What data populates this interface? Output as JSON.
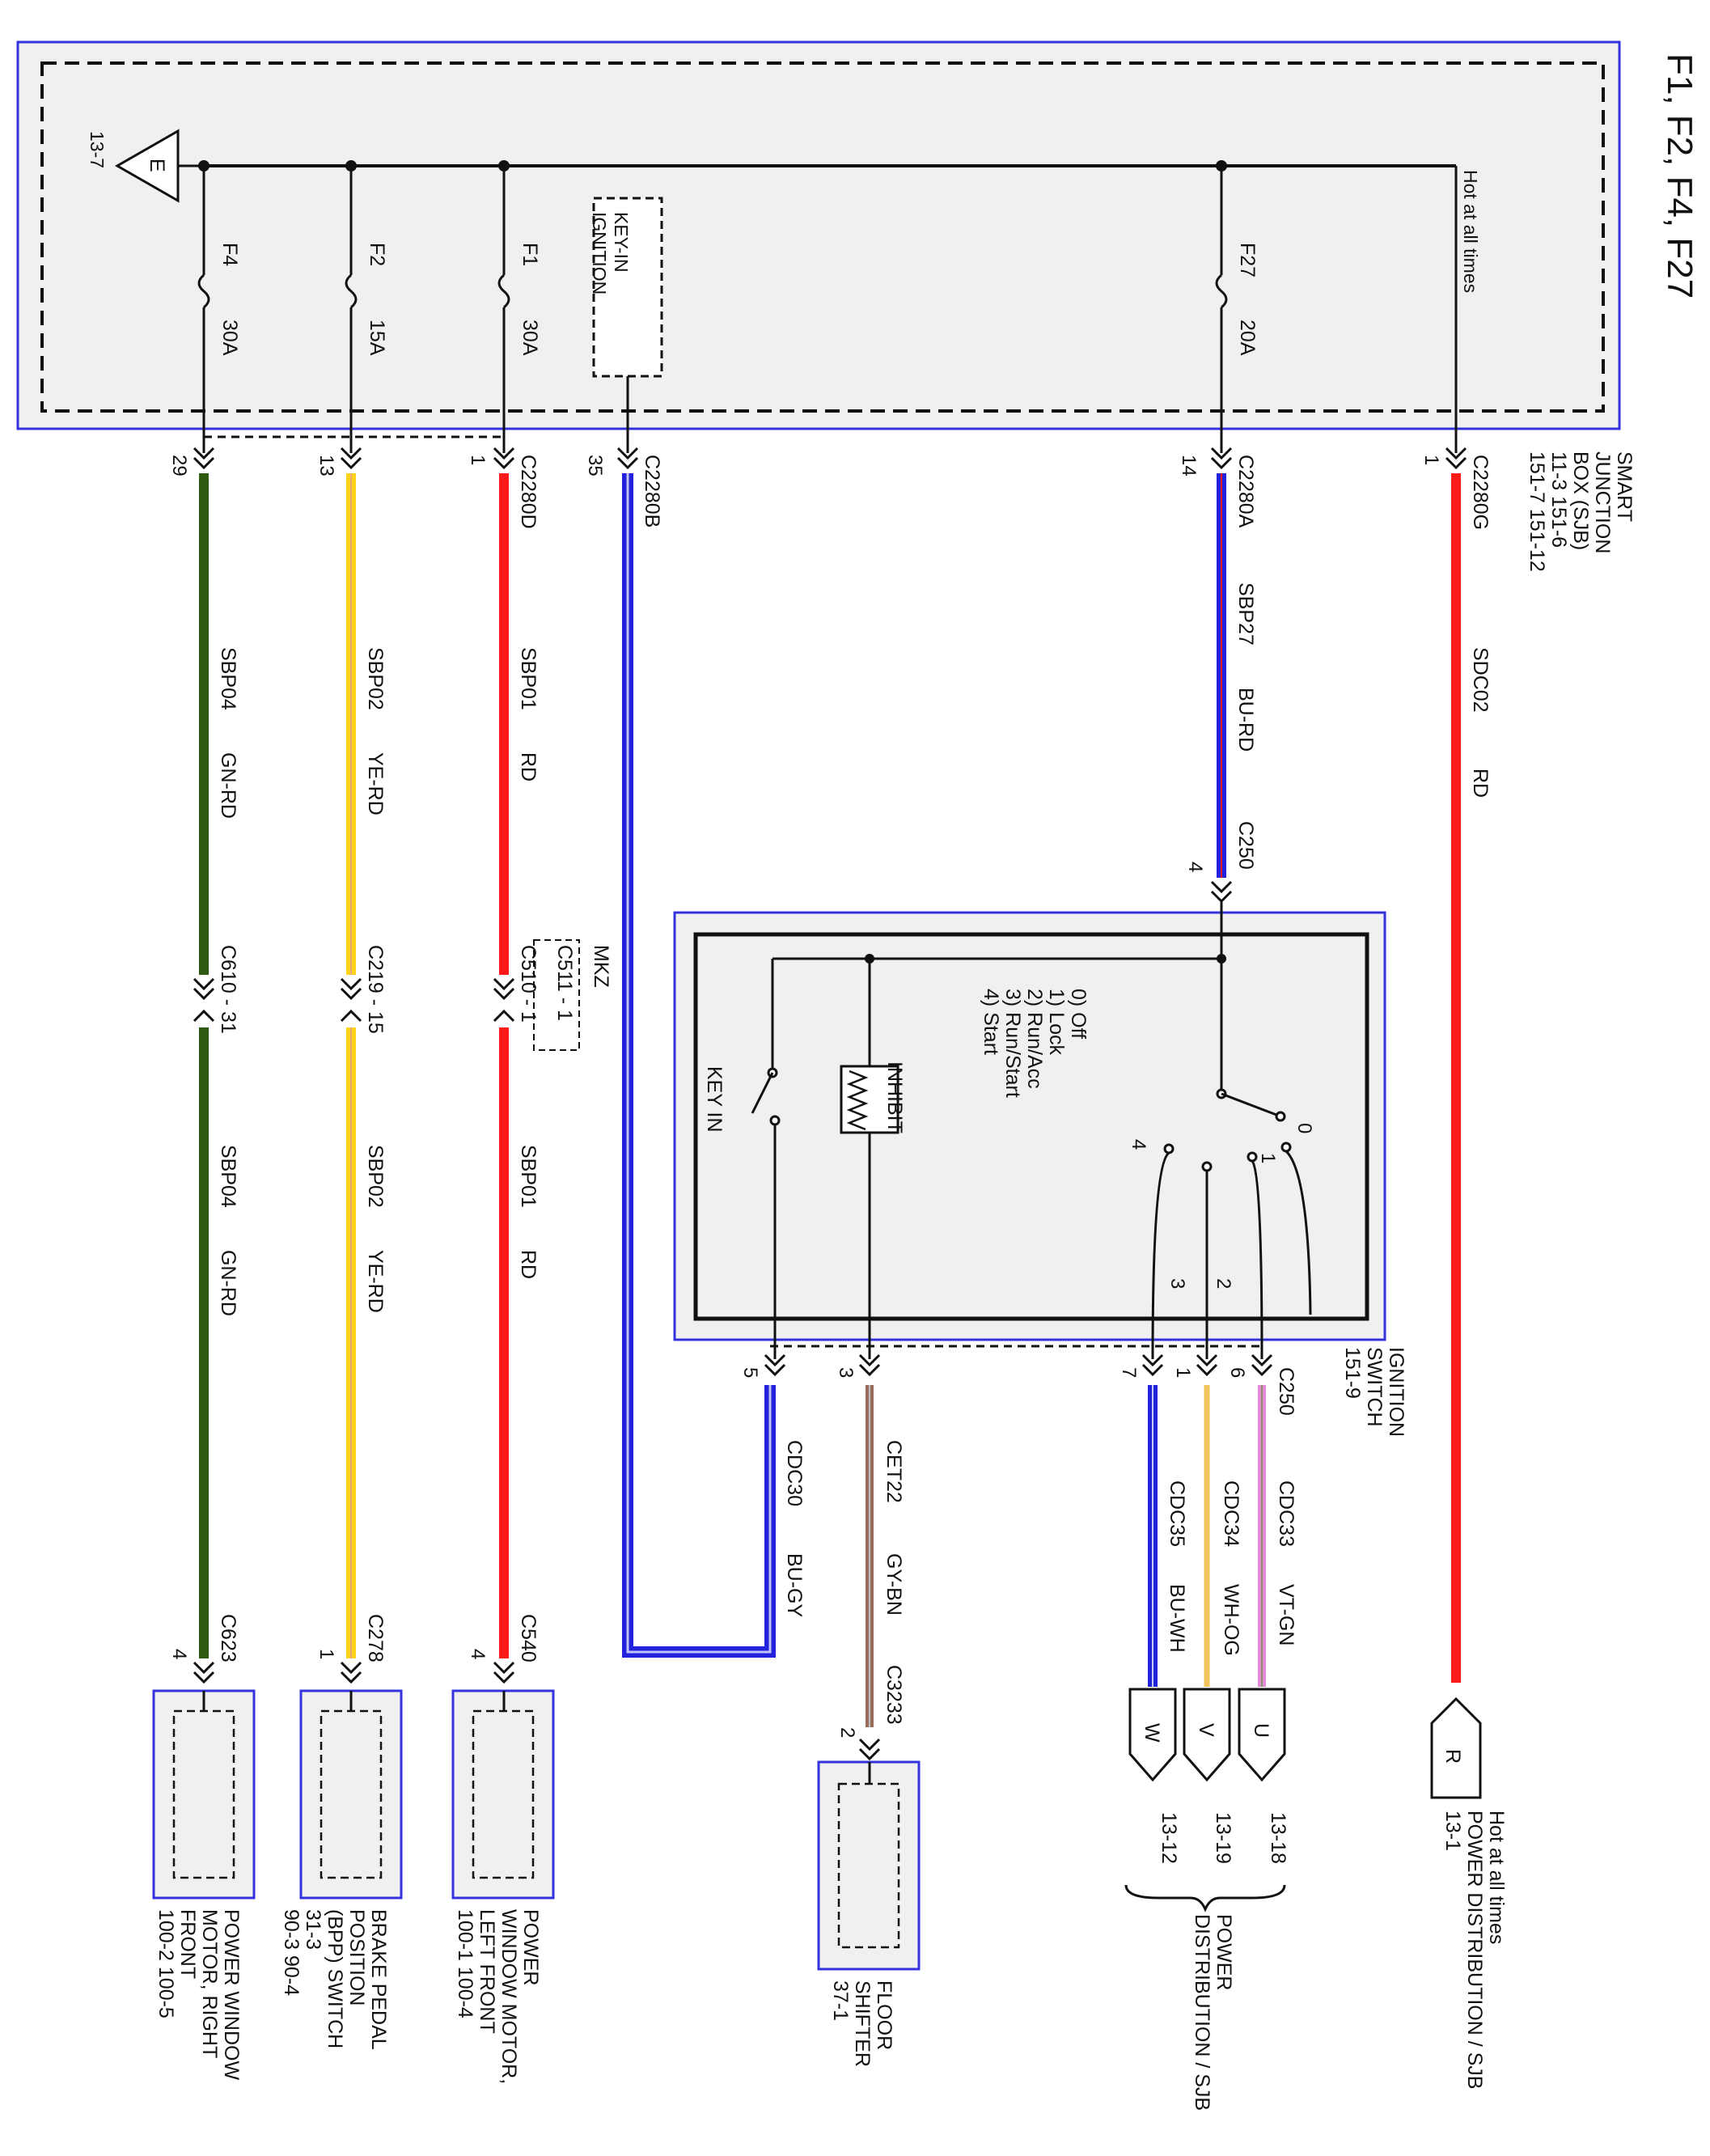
{
  "title": "F1, F2, F4, F27",
  "colors": {
    "frame_blue": "#3333dd",
    "box_fill": "#f0f0f0",
    "wire_red": "#ff1a1a",
    "wire_blue": "#2222dd",
    "wire_green": "#2d5a0e",
    "wire_yellow": "#ffd21a",
    "wire_brown": "#9a6a5a",
    "wire_white_orange": "#f3c35c",
    "wire_violet_green": "#e58ad9"
  },
  "sjb": {
    "name": "SMART\nJUNCTION\nBOX (SJB)\n11-3    151-6\n151-7   151-12",
    "hot_label": "Hot at all times",
    "ground_ref": "13-7",
    "ground_letter": "E",
    "key_in_label": "KEY-IN\nIGNITION",
    "fuses": [
      {
        "name": "F27",
        "amp": "20A"
      },
      {
        "name": "F1",
        "amp": "30A"
      },
      {
        "name": "F2",
        "amp": "15A"
      },
      {
        "name": "F4",
        "amp": "30A"
      }
    ]
  },
  "connectors": {
    "c2280g": "C2280G",
    "c2280g_pin": "1",
    "c2280a": "C2280A",
    "c2280a_pin": "14",
    "c2280b": "C2280B",
    "c2280b_pin": "35",
    "c2280d": "C2280D",
    "c2280d_pin_f1": "1",
    "c2280d_pin_f2": "13",
    "c2280d_pin_f4": "29",
    "c250_top": "C250",
    "c250_top_pin": "4",
    "c250_bottom": "C250",
    "c250_pins": {
      "p6": "6",
      "p1": "1",
      "p7": "7",
      "p3": "3",
      "p5": "5"
    },
    "c510": "C510 - 1",
    "c511": "C511 - 1",
    "mkz": "MKZ",
    "c219": "C219 - 15",
    "c610": "C610 - 31",
    "c540": "C540",
    "c540_pin": "4",
    "c278": "C278",
    "c278_pin": "1",
    "c623": "C623",
    "c623_pin": "4",
    "c3233": "C3233",
    "c3233_pin": "2"
  },
  "wires": {
    "sdc02": {
      "circuit": "SDC02",
      "color": "RD"
    },
    "sbp27": {
      "circuit": "SBP27",
      "color": "BU-RD"
    },
    "sbp01": {
      "circuit": "SBP01",
      "color": "RD"
    },
    "sbp02": {
      "circuit": "SBP02",
      "color": "YE-RD"
    },
    "sbp04": {
      "circuit": "SBP04",
      "color": "GN-RD"
    },
    "cdc33": {
      "circuit": "CDC33",
      "color": "VT-GN"
    },
    "cdc34": {
      "circuit": "CDC34",
      "color": "WH-OG"
    },
    "cdc35": {
      "circuit": "CDC35",
      "color": "BU-WH"
    },
    "cet22": {
      "circuit": "CET22",
      "color": "GY-BN"
    },
    "cdc30": {
      "circuit": "CDC30",
      "color": "BU-GY"
    }
  },
  "ignition_switch": {
    "name": "IGNITION\nSWITCH\n151-9",
    "positions_legend": "0) Off\n1) Lock\n2) Run/Acc\n3) Run/Start\n4) Start",
    "inhibit": "INHIBIT",
    "key_in": "KEY IN",
    "contact_0": "0",
    "contact_1": "1",
    "contact_4": "4",
    "internal_2": "2",
    "internal_3": "3"
  },
  "destinations": {
    "r": {
      "letter": "R",
      "label": "Hot at all times\nPOWER DISTRIBUTION / SJB\n13-1"
    },
    "u": {
      "letter": "U",
      "ref": "13-18"
    },
    "v": {
      "letter": "V",
      "ref": "13-19"
    },
    "w": {
      "letter": "W",
      "ref": "13-12"
    },
    "uvw_group": "POWER\nDISTRIBUTION / SJB"
  },
  "components": {
    "floor_shifter": "FLOOR\nSHIFTER\n37-1",
    "pwm_left": "POWER\nWINDOW MOTOR,\nLEFT FRONT\n100-1    100-4",
    "bpp_switch": "BRAKE PEDAL\nPOSITION\n(BPP) SWITCH\n31-3\n90-3    90-4",
    "pwm_right": "POWER WINDOW\nMOTOR, RIGHT\nFRONT\n100-2    100-5"
  }
}
